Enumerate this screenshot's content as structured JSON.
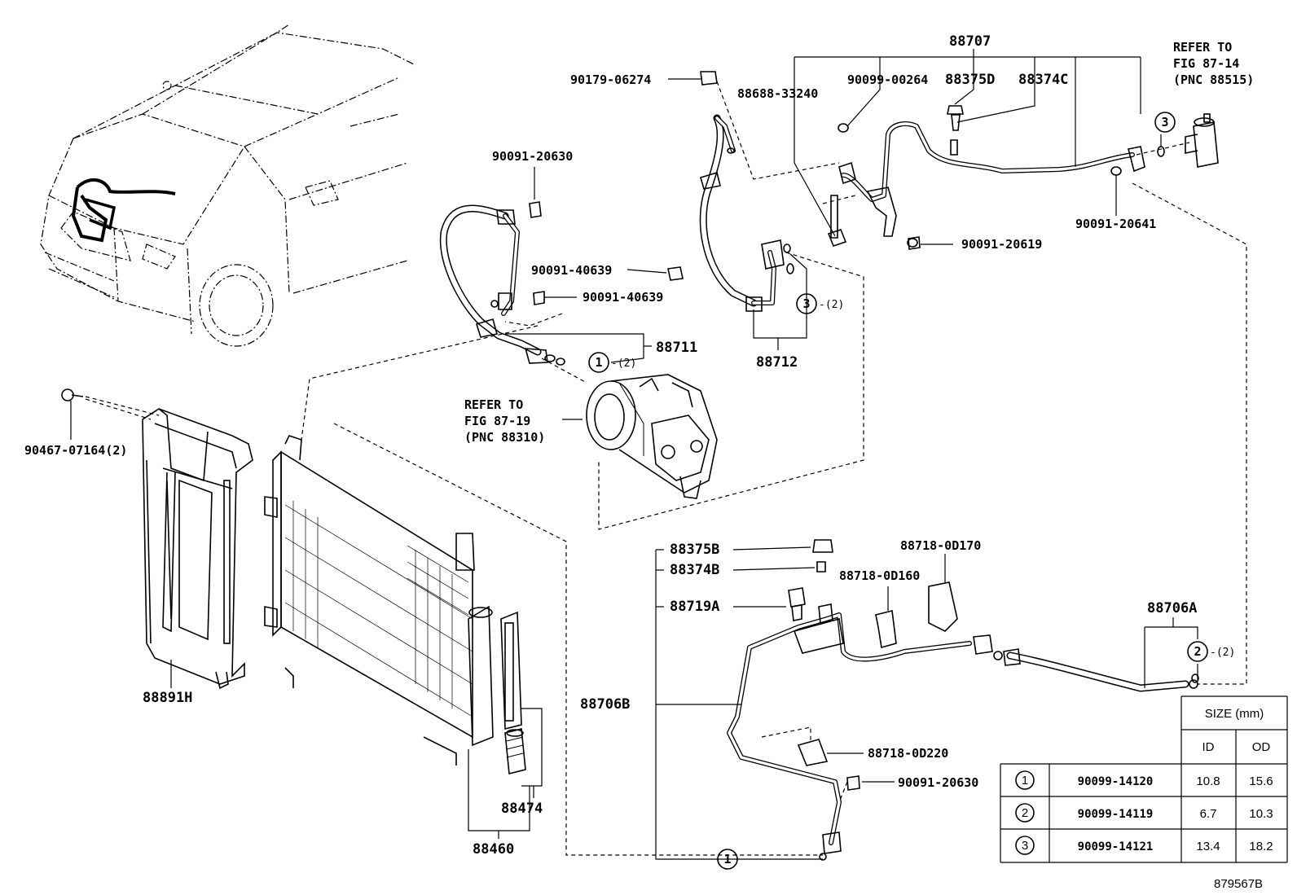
{
  "callouts": {
    "p88707": "88707",
    "refer_fig_87_14_line1": "REFER TO",
    "refer_fig_87_14_line2": "FIG 87-14",
    "refer_fig_87_14_line3": "(PNC 88515)",
    "p90179_06274": "90179-06274",
    "p88688_33240": "88688-33240",
    "p90099_00264": "90099-00264",
    "p88375D": "88375D",
    "p88374C": "88374C",
    "p90091_20630_top": "90091-20630",
    "p90091_20641": "90091-20641",
    "p90091_20619": "90091-20619",
    "p90091_40639_a": "90091-40639",
    "p90091_40639_b": "90091-40639",
    "ring3_note": "-(2)",
    "p88711": "88711",
    "p88712": "88712",
    "ring1_note": "-(2)",
    "refer_fig_87_19_line1": "REFER TO",
    "refer_fig_87_19_line2": "FIG 87-19",
    "refer_fig_87_19_line3": "(PNC 88310)",
    "p90467_07164": "90467-07164(2)",
    "p88891H": "88891H",
    "p88474": "88474",
    "p88460": "88460",
    "p88375B": "88375B",
    "p88374B": "88374B",
    "p88719A": "88719A",
    "p88718_0D160": "88718-0D160",
    "p88718_0D170": "88718-0D170",
    "p88706A": "88706A",
    "ring2_note": "-(2)",
    "p88706B": "88706B",
    "p88718_0D220": "88718-0D220",
    "p90091_20630_bottom": "90091-20630",
    "fig_code": "879567B",
    "ring_1": "1",
    "ring_2": "2",
    "ring_3": "3"
  },
  "size_table": {
    "header": "SIZE (mm)",
    "col_id": "ID",
    "col_od": "OD",
    "rows": [
      {
        "ref": "1",
        "part": "90099-14120",
        "id": "10.8",
        "od": "15.6"
      },
      {
        "ref": "2",
        "part": "90099-14119",
        "id": "6.7",
        "od": "10.3"
      },
      {
        "ref": "3",
        "part": "90099-14121",
        "id": "13.4",
        "od": "18.2"
      }
    ]
  }
}
